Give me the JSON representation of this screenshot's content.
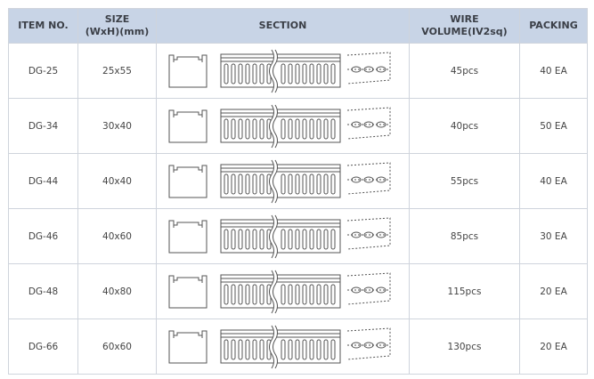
{
  "header": {
    "item": "ITEM NO.",
    "size_l1": "SIZE",
    "size_l2": "(WxH)(mm)",
    "section": "SECTION",
    "wire_l1": "WIRE",
    "wire_l2": "VOLUME(IV2sq)",
    "packing": "PACKING"
  },
  "rows": [
    {
      "item": "DG-25",
      "size": "25x55",
      "wire": "45pcs",
      "packing": "40 EA"
    },
    {
      "item": "DG-34",
      "size": "30x40",
      "wire": "40pcs",
      "packing": "50 EA"
    },
    {
      "item": "DG-44",
      "size": "40x40",
      "wire": "55pcs",
      "packing": "40 EA"
    },
    {
      "item": "DG-46",
      "size": "40x60",
      "wire": "85pcs",
      "packing": "30 EA"
    },
    {
      "item": "DG-48",
      "size": "40x80",
      "wire": "115pcs",
      "packing": "20 EA"
    },
    {
      "item": "DG-66",
      "size": "60x60",
      "wire": "130pcs",
      "packing": "20 EA"
    }
  ],
  "colors": {
    "header_bg": "#c8d4e6",
    "border": "#cfd4dc",
    "drawing": "#555555"
  },
  "icons": {
    "section": "duct-cross-section-icon",
    "side": "duct-side-view-icon",
    "top": "duct-top-view-icon"
  }
}
